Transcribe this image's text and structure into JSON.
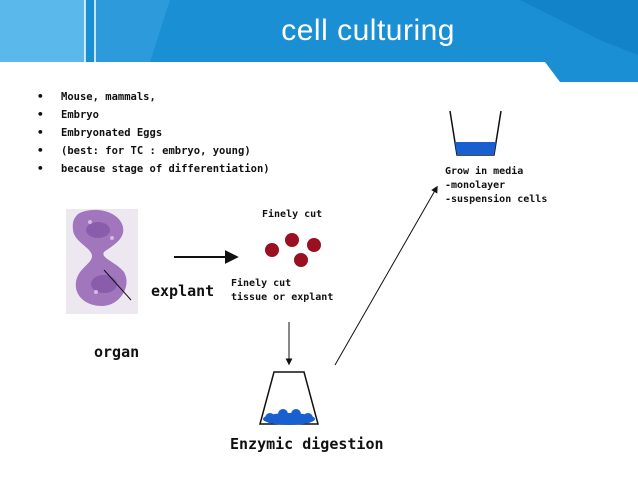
{
  "slide": {
    "title": "cell culturing",
    "bullets": [
      "Mouse, mammals,",
      "Embryo",
      "Embryonated Eggs",
      "(best: for TC : embryo, young)",
      "because stage of differentiation)"
    ],
    "bullet_glyph": "•"
  },
  "diagram": {
    "grow_label_lines": [
      "Grow in media",
      "-monolayer",
      "-suspension cells"
    ],
    "finely_cut_top": "Finely cut",
    "finely_cut_lines": [
      "Finely cut",
      "tissue or explant"
    ],
    "explant": "explant",
    "organ": "organ",
    "enzymic": "Enzymic digestion"
  },
  "colors": {
    "header_blue": "#1a8fd4",
    "header_light": "#4fb3e8",
    "liquid_blue": "#1a5fd0",
    "cell_red": "#9b1020",
    "tissue_purple": "#9a6bb8"
  }
}
